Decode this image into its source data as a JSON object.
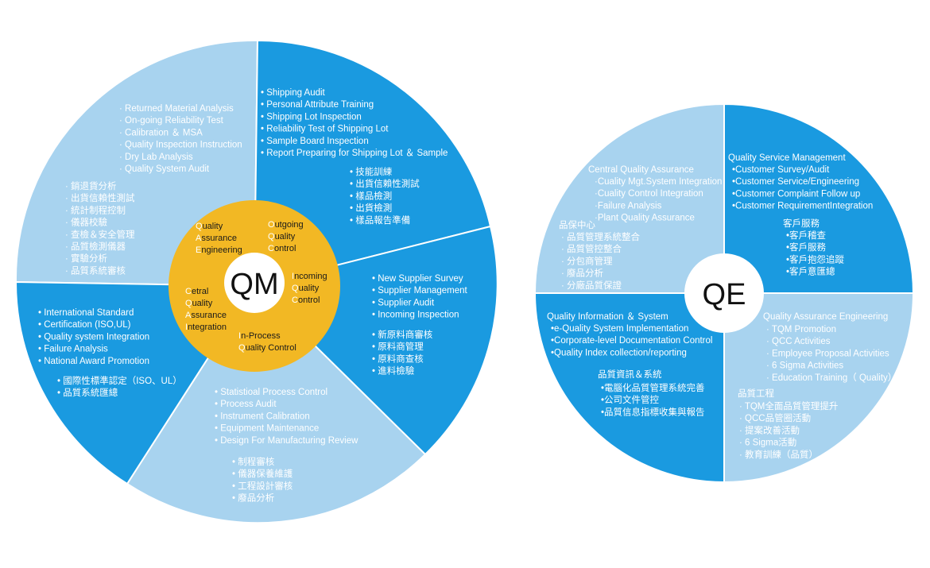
{
  "colors": {
    "dark_blue": "#1a9ae0",
    "light_blue": "#a8d3ef",
    "core_yellow": "#f2b824",
    "hub_white": "#ffffff",
    "text_white": "#ffffff",
    "core_text": "#1a1a1a"
  },
  "qm": {
    "hub_label": "QM",
    "core": [
      {
        "initials": [
          "Q",
          "A",
          "E"
        ],
        "rest": [
          "uality",
          "ssurance",
          "ngineering"
        ]
      },
      {
        "initials": [
          "O",
          "Q",
          "C"
        ],
        "rest": [
          "utgoing",
          "uality",
          "ontrol"
        ]
      },
      {
        "initials": [
          "I",
          "Q",
          "C"
        ],
        "rest": [
          "ncoming",
          "uality",
          "ontrol"
        ]
      },
      {
        "initials": [
          "I",
          "Q"
        ],
        "rest": [
          "n-Process",
          "uality Control"
        ]
      },
      {
        "initials": [
          "C",
          "Q",
          "A",
          "I"
        ],
        "rest": [
          "etral",
          "uality",
          "ssurance",
          "ntegration"
        ]
      }
    ],
    "segments": [
      {
        "name": "qae",
        "en": [
          "· Returned Material Analysis",
          "· On-going Reliability Test",
          "· Calibration ＆ MSA",
          "· Quality Inspection Instruction",
          "· Dry Lab Analysis",
          "· Quality System Audit"
        ],
        "zh": [
          "· 銷退貨分析",
          "· 出貨信賴性測試",
          "· 統計制程控制",
          "· 儀器校驗",
          "· 查檢＆安全管理",
          "· 品質檢測儀器",
          "· 實驗分析",
          "· 品質系統審核"
        ]
      },
      {
        "name": "oqc",
        "en": [
          "• Shipping Audit",
          "• Personal Attribute Training",
          "• Shipping Lot Inspection",
          "• Reliability Test of Shipping Lot",
          "• Sample Board Inspection",
          "• Report Preparing for Shipping Lot ＆ Sample"
        ],
        "zh": [
          "• 技能訓練",
          "• 出貨信賴性測試",
          "• 樣品檢測",
          "• 出貨檢測",
          "• 樣品報告準備"
        ]
      },
      {
        "name": "iqc",
        "en": [
          "• New Supplier Survey",
          "• Supplier Management",
          "• Supplier Audit",
          "• Incoming Inspection"
        ],
        "zh": [
          "• 新原料商審核",
          "• 原料商管理",
          "• 原料商查核",
          "• 進料檢驗"
        ]
      },
      {
        "name": "ipqc",
        "en": [
          "• Statistioal Process Control",
          "• Process Audit",
          "• Instrument Calibration",
          "• Equipment Maintenance",
          "• Design For Manufacturing Review"
        ],
        "zh": [
          "• 制程審核",
          "• 儀器保養維護",
          "• 工程設計審核",
          "• 廢品分析"
        ]
      },
      {
        "name": "cqai",
        "en": [
          "• International Standard",
          "• Certification (ISO,UL)",
          "• Quality system Integration",
          "• Failure Analysis",
          "• National Award Promotion"
        ],
        "zh": [
          "• 國際性標準認定（ISO、UL）",
          "• 品質系統匯總"
        ]
      }
    ]
  },
  "qe": {
    "hub_label": "QE",
    "segments": [
      {
        "name": "cqa",
        "en_title": "Central Quality Assurance",
        "en": [
          "·Cuality Mgt.System Integration",
          "·Cuality Control Integration",
          "·Failure Analysis",
          "·Plant Quality Assurance"
        ],
        "zh_title": "品保中心",
        "zh": [
          "· 品質管理系統整合",
          "· 品質管控整合",
          "· 分包商管理",
          "· 廢品分析",
          "· 分廠品質保證"
        ]
      },
      {
        "name": "qsm",
        "en_title": "Quality Service Management",
        "en": [
          "•Customer Survey/Audit",
          "•Customer Service/Engineering",
          "•Customer Complaint Follow up",
          "•Customer RequirementIntegration"
        ],
        "zh_title": "客戶服務",
        "zh": [
          "•客戶稽查",
          "•客戶服務",
          "•客戶抱怨追蹤",
          "•客戶意匯總"
        ]
      },
      {
        "name": "qis",
        "en_title": "Quality Information ＆ System",
        "en": [
          "•e-Quality System Implementation",
          "•Corporate-level Documentation Control",
          "•Quality  Index collection/reporting"
        ],
        "zh_title": "品質資訊＆系統",
        "zh": [
          "•電腦化品質管理系統完善",
          "•公司文件管控",
          "•品質信息指標收集與報告"
        ]
      },
      {
        "name": "qae",
        "en_title": "Quality Assurance Engineering",
        "en": [
          "· TQM Promotion",
          "· QCC Activities",
          "· Employee Proposal Activities",
          "· 6 Sigma Activities",
          "· Education Training（ Quality）"
        ],
        "zh_title": "品質工程",
        "zh": [
          "· TQM全面品質管理提升",
          "· QCC品管圈活動",
          "· 提案改善活動",
          "· 6 Sigma活動",
          "· 教育訓練（品質）"
        ]
      }
    ]
  }
}
